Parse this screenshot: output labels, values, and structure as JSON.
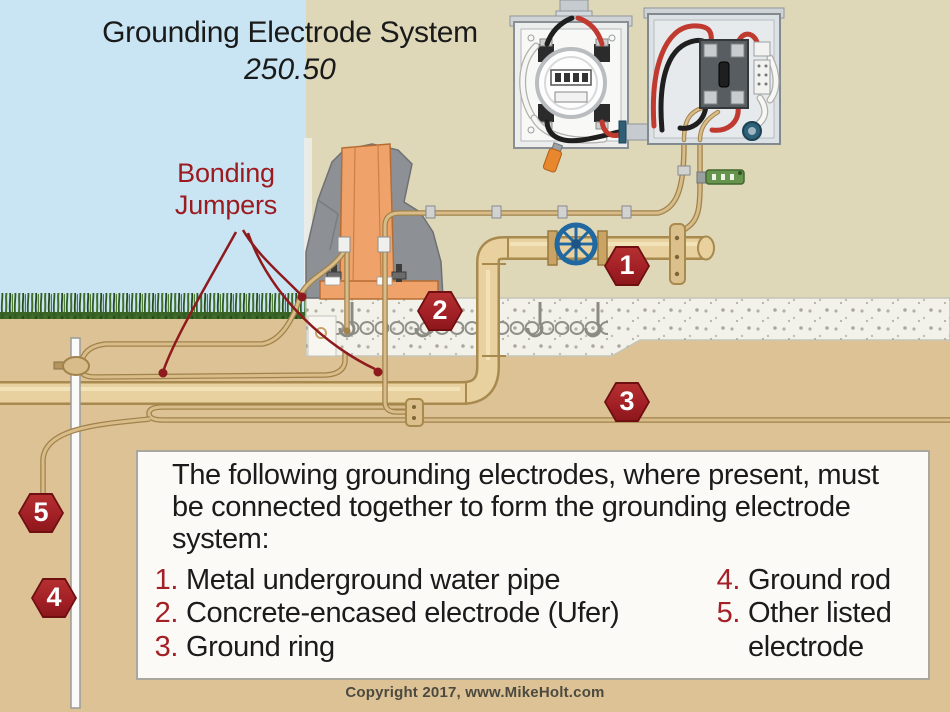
{
  "title": {
    "line1": "Grounding Electrode System",
    "line2": "250.50"
  },
  "callout": {
    "line1": "Bonding",
    "line2": "Jumpers"
  },
  "markers": {
    "m1": "1",
    "m2": "2",
    "m3": "3",
    "m4": "4",
    "m5": "5"
  },
  "info_box": {
    "intro": "The following grounding electrodes, where present, must be connected together to form the grounding electrode system:",
    "items_left": [
      {
        "num": "1.",
        "text": "Metal underground water pipe"
      },
      {
        "num": "2.",
        "text": "Concrete-encased electrode (Ufer)"
      },
      {
        "num": "3.",
        "text": "Ground ring"
      }
    ],
    "items_right": [
      {
        "num": "4.",
        "text": "Ground rod"
      },
      {
        "num": "5.",
        "text": "Other listed electrode"
      }
    ]
  },
  "footer": {
    "copyright": "Copyright 2017, www.MikeHolt.com"
  },
  "colors": {
    "sky": "#c9e4f2",
    "wall": "#ded8b9",
    "soil": "#dcc294",
    "concrete": "#f3f2ea",
    "grass": "#3c6629",
    "pipe": "#e8d19e",
    "pipe_outline": "#a8894e",
    "wire": "#d8bc8a",
    "wire_outline": "#a1824a",
    "marker_red": "#a32026",
    "callout_red": "#9c1b20",
    "jumper_red": "#8e1a1d",
    "valve_blue": "#2268a0",
    "isb_green": "#67944d",
    "wood_orange": "#efa36b",
    "foundation_gray": "#8d9094"
  }
}
